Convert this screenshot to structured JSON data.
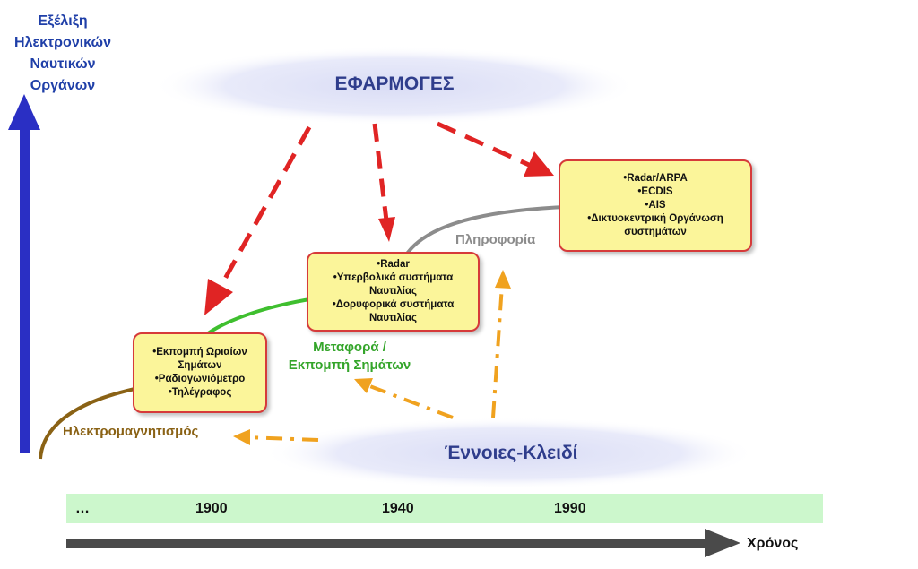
{
  "y_axis": {
    "title_lines": [
      "Εξέλιξη",
      "Ηλεκτρονικών",
      "Ναυτικών",
      "Οργάνων"
    ]
  },
  "x_axis": {
    "title": "Χρόνος"
  },
  "applications": {
    "label": "ΕΦΑΡΜΟΓΕΣ"
  },
  "key_concepts": {
    "label": "Έννοιες-Κλειδί"
  },
  "concepts": {
    "electromagnetism": "Ηλεκτρομαγνητισμός",
    "transmission_line1": "Μεταφορά /",
    "transmission_line2": "Εκπομπή Σημάτων",
    "information": "Πληροφορία"
  },
  "boxes": {
    "early": [
      "•Εκπομπή Ωριαίων",
      "Σημάτων",
      "•Ραδιογωνιόμετρο",
      "•Τηλέγραφος"
    ],
    "mid": [
      "•Radar",
      "•Υπερβολικά συστήματα",
      "Ναυτιλίας",
      "•Δορυφορικά συστήματα",
      "Ναυτιλίας"
    ],
    "modern": [
      "•Radar/ARPA",
      "•ECDIS",
      "•AIS",
      "•Δικτυοκεντρική Οργάνωση",
      "συστημάτων"
    ]
  },
  "timeline": {
    "labels": [
      "…",
      "1900",
      "1940",
      "1990"
    ]
  },
  "colors": {
    "axis_blue": "#2a2fc4",
    "title_blue": "#1f3fa8",
    "applications_text": "#2f3d8c",
    "cloud": "#dfe1f6",
    "red_arrow": "#e02424",
    "orange_arrow": "#f0a21f",
    "curve_brown": "#8a6215",
    "curve_green": "#3fbf2f",
    "curve_gray": "#8c8c8c",
    "box_fill": "#fbf59a",
    "box_border": "#d63a3a",
    "timeline_fill": "#ccf7cc",
    "time_arrow": "#4a4a4a"
  }
}
